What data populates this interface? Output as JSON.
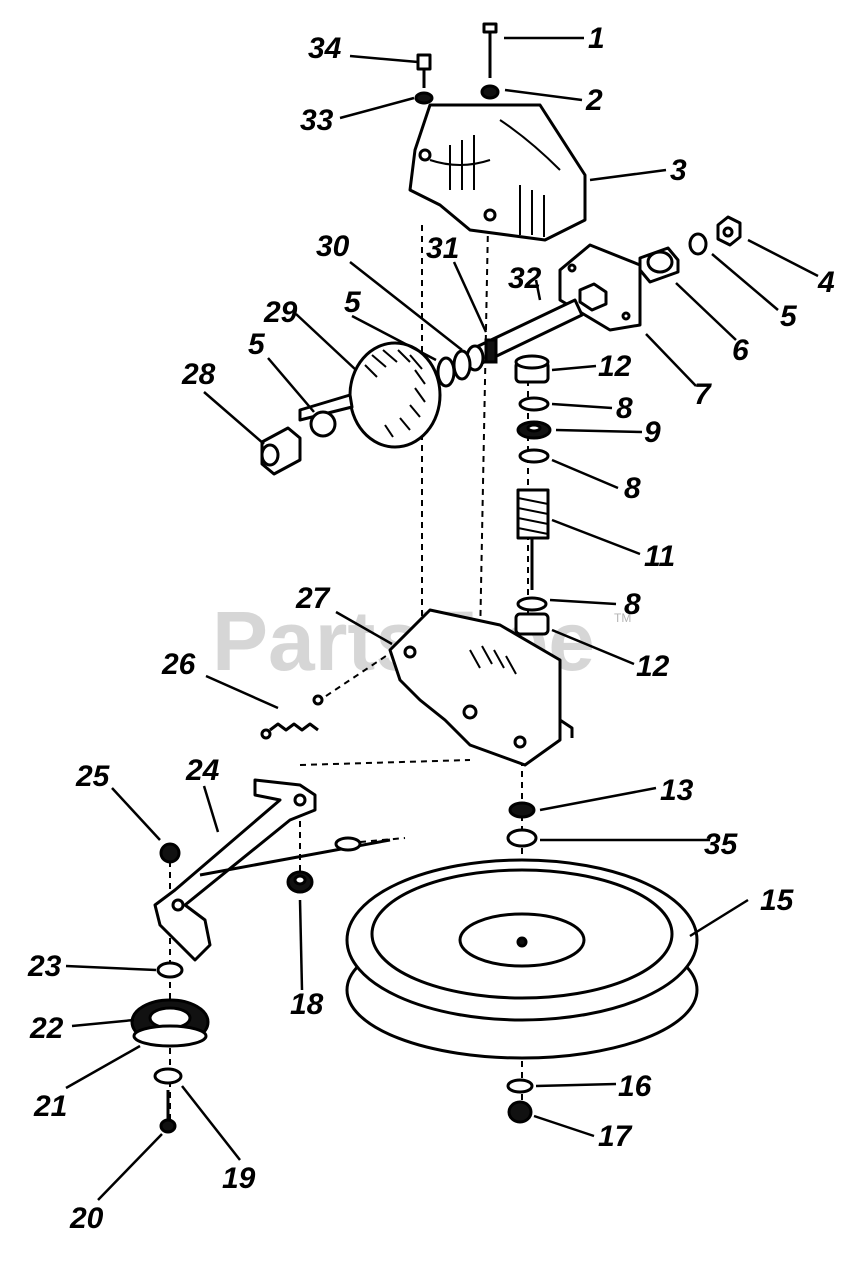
{
  "watermark": {
    "text": "PartsTree",
    "trademark": "TM"
  },
  "callouts": [
    "1",
    "2",
    "3",
    "4",
    "5",
    "5",
    "5",
    "6",
    "7",
    "8",
    "8",
    "8",
    "9",
    "11",
    "12",
    "12",
    "13",
    "35",
    "15",
    "16",
    "17",
    "18",
    "19",
    "20",
    "21",
    "22",
    "23",
    "24",
    "25",
    "26",
    "27",
    "28",
    "29",
    "30",
    "31",
    "32",
    "33",
    "34"
  ]
}
